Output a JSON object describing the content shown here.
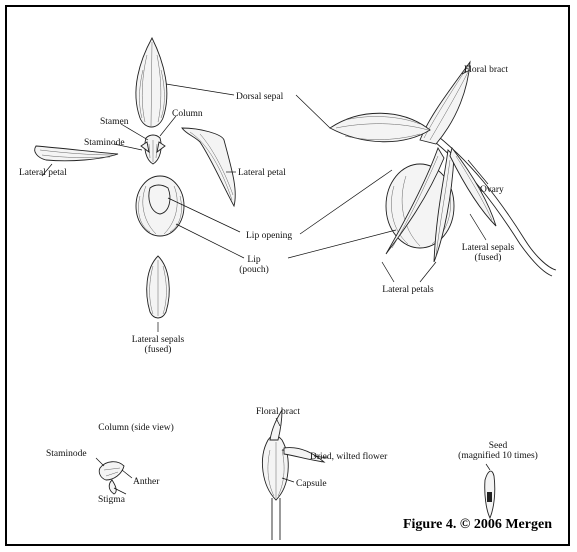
{
  "labels": {
    "dorsal_sepal": "Dorsal sepal",
    "stamen": "Stamen",
    "column": "Column",
    "staminode": "Staminode",
    "lateral_petal_left": "Lateral petal",
    "lateral_petal_right": "Lateral petal",
    "lip_opening": "Lip opening",
    "lip_pouch_line1": "Lip",
    "lip_pouch_line2": "(pouch)",
    "lateral_sepals_left_line1": "Lateral sepals",
    "lateral_sepals_left_line2": "(fused)",
    "floral_bract_top": "Floral bract",
    "ovary": "Ovary",
    "lateral_sepals_right_line1": "Lateral sepals",
    "lateral_sepals_right_line2": "(fused)",
    "lateral_petals": "Lateral petals",
    "column_side_view": "Column (side view)",
    "staminode_bottom": "Staminode",
    "anther": "Anther",
    "stigma": "Stigma",
    "floral_bract_bottom": "Floral bract",
    "dried_wilted_flower": "Dried, wilted flower",
    "capsule": "Capsule",
    "seed_line1": "Seed",
    "seed_line2": "(magnified 10 times)"
  },
  "caption": "Figure 4. © 2006 Mergen"
}
